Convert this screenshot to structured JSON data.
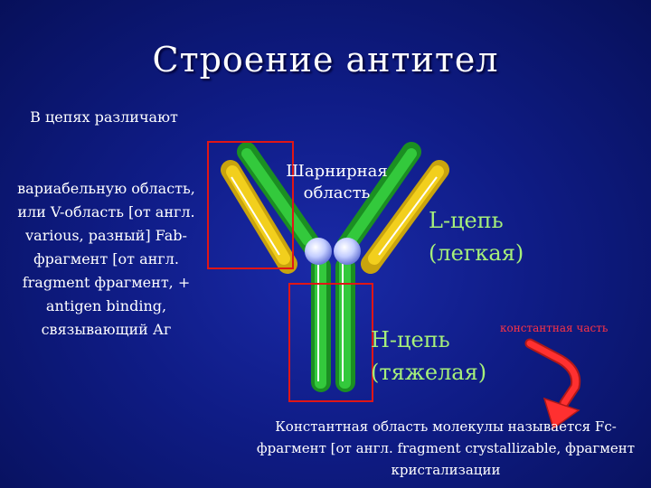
{
  "slide": {
    "title": "Строение антител",
    "intro": "В цепях различают",
    "definition": "вариабельную область, или V-область [от англ. various, разный] Fab-фрагмент [от англ. fragment фрагмент, + antigen binding, связывающий Аг",
    "hinge_label": "Шарнирная область",
    "light_chain_label": "L-цепь (легкая)",
    "heavy_chain_label": "H-цепь (тяжелая)",
    "constant_part_label": "константная часть",
    "fc_description": "Константная область молекулы называется Fc-фрагмент [от англ. fragment crystallizable, фрагмент кристализации"
  },
  "colors": {
    "heavy_chain": "#22b02a",
    "light_chain": "#f2cf1d",
    "chain_highlight": "#ffffff",
    "hinge_ball": "#b8c4ff",
    "fab_box": "#e01616",
    "arrow": "#ff3030",
    "accent_text": "#a6f07a"
  }
}
